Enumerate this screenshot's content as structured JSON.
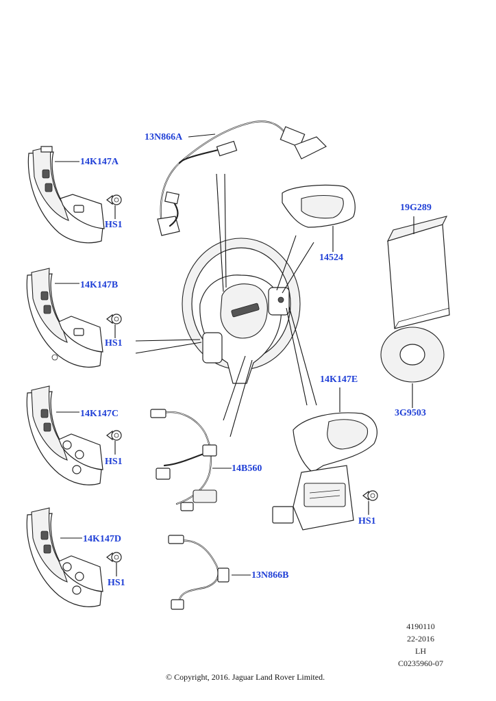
{
  "callouts": {
    "c_13N866A": "13N866A",
    "c_14K147A": "14K147A",
    "c_HS1_a": "HS1",
    "c_14K147B": "14K147B",
    "c_HS1_b": "HS1",
    "c_14K147C": "14K147C",
    "c_HS1_c": "HS1",
    "c_14K147D": "14K147D",
    "c_HS1_d": "HS1",
    "c_14524": "14524",
    "c_19G289": "19G289",
    "c_3G9503": "3G9503",
    "c_14K147E": "14K147E",
    "c_HS1_e": "HS1",
    "c_14B560": "14B560",
    "c_13N866B": "13N866B"
  },
  "meta": {
    "line1": "4190110",
    "line2": "22-2016",
    "line3": "LH",
    "line4": "C0235960-07"
  },
  "copyright": "© Copyright, 2016. Jaguar Land Rover Limited.",
  "colors": {
    "callout": "#1f3fd6",
    "line": "#111111"
  }
}
